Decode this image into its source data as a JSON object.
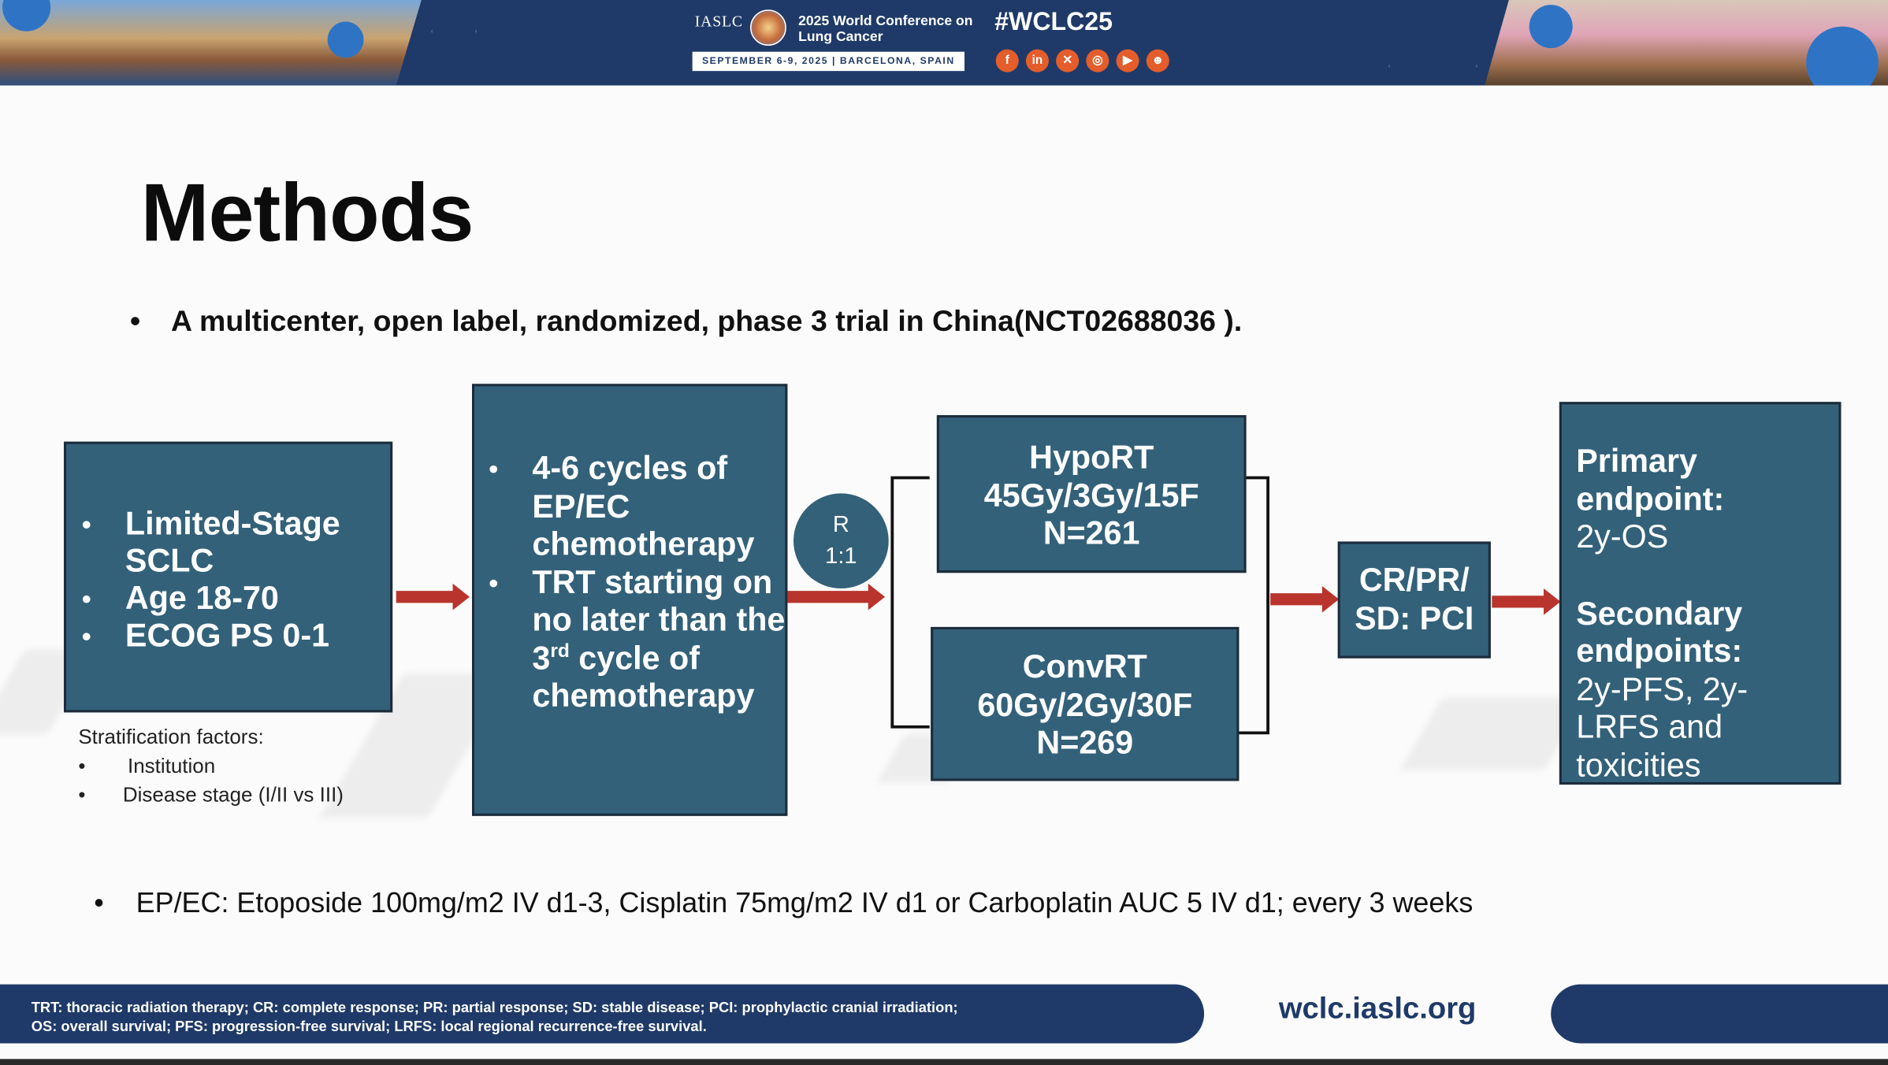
{
  "header": {
    "org": "IASLC",
    "conference": "2025 World Conference on Lung Cancer",
    "dates": "SEPTEMBER 6-9, 2025  |  BARCELONA, SPAIN",
    "hashtag": "#WCLC25",
    "social_icons": [
      "facebook-icon",
      "linkedin-icon",
      "x-icon",
      "instagram-icon",
      "youtube-icon",
      "wechat-icon"
    ]
  },
  "title": "Methods",
  "intro_bullet": "A multicenter, open label, randomized, phase 3 trial in China(NCT02688036 ).",
  "eligibility": [
    "Limited-Stage SCLC",
    "Age 18-70",
    "ECOG PS 0-1"
  ],
  "stratification": {
    "heading": "Stratification factors:",
    "items": [
      "Institution",
      "Disease stage (I/II  vs III)"
    ]
  },
  "induction": {
    "item1": "4-6 cycles of EP/EC chemotherapy",
    "item2_pre": "TRT starting on no later than the 3",
    "item2_sup": "rd",
    "item2_post": " cycle of chemotherapy"
  },
  "randomization": {
    "letter": "R",
    "ratio": "1:1"
  },
  "arm_hypo": {
    "name": "HypoRT",
    "dose": "45Gy/3Gy/15F",
    "n": "N=261"
  },
  "arm_conv": {
    "name": "ConvRT",
    "dose": "60Gy/2Gy/30F",
    "n": "N=269"
  },
  "response": {
    "line1": "CR/PR/",
    "line2": "SD: PCI"
  },
  "endpoints": {
    "primary_label": "Primary endpoint:",
    "primary_value": "2y-OS",
    "secondary_label": "Secondary endpoints:",
    "secondary_value": "2y-PFS, 2y-LRFS and toxicities"
  },
  "chemo_note": "EP/EC: Etoposide 100mg/m2 IV d1-3, Cisplatin 75mg/m2 IV d1 or Carboplatin AUC 5 IV d1; every 3 weeks",
  "footer": {
    "abbrev_line1": "TRT: thoracic radiation therapy; CR: complete response; PR: partial response; SD: stable disease; PCI: prophylactic cranial irradiation;",
    "abbrev_line2": "OS: overall survival; PFS: progression-free survival; LRFS: local regional recurrence-free survival.",
    "url": "wclc.iaslc.org"
  },
  "colors": {
    "box_fill": "#336179",
    "arrow": "#b8342c",
    "banner": "#1f3a68"
  }
}
